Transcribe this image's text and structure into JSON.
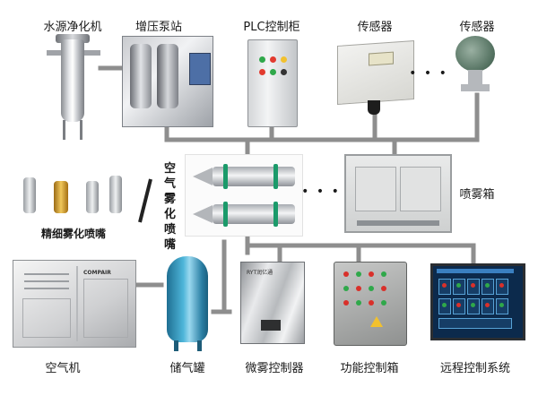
{
  "labels": {
    "water_purifier": "水源净化机",
    "booster_pump": "增压泵站",
    "plc_cabinet": "PLC控制柜",
    "sensor_1": "传感器",
    "sensor_2": "传感器",
    "nozzle_vertical": "空气雾化喷嘴",
    "fine_nozzle": "精细雾化喷嘴",
    "spray_box": "喷雾箱",
    "air_compressor": "空气机",
    "air_tank": "储气罐",
    "micro_mist_controller": "微雾控制器",
    "function_control_box": "功能控制箱",
    "remote_control_system": "远程控制系统"
  },
  "device_text": {
    "controller_brand": "RYT润亿通",
    "compressor_brand": "COMPAIR"
  },
  "colors": {
    "connector": "#8e8e8e",
    "nozzle_ring": "#1b9a6a",
    "tank": "#3aa3cc",
    "screen": "#0c2a4c"
  },
  "ellipsis": {
    "between_sensors": "• • •",
    "between_nozzle_and_spray": "• • •"
  }
}
